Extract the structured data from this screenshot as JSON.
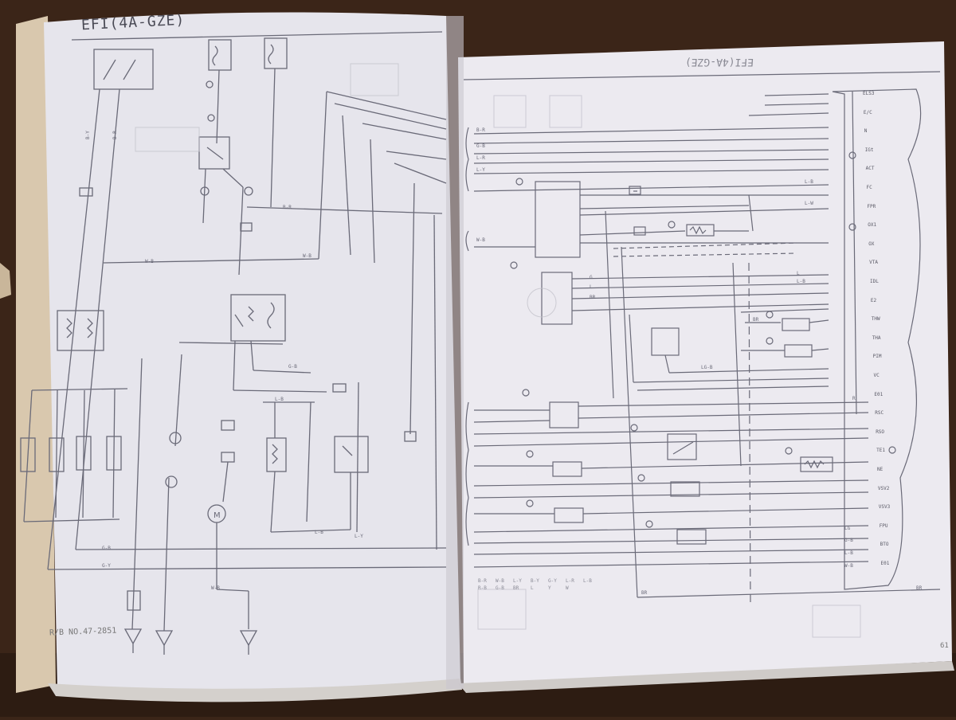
{
  "page_left": {
    "title": "EFI(4A-GZE)",
    "reference": "R/B NO.47-2851"
  },
  "page_right": {
    "title": "EFI(4A-GZE)",
    "page_number": "61"
  },
  "colors": {
    "background": "#3b2518",
    "paper": "#e9e8ee",
    "ink": "#5a5a66"
  },
  "terminals_right": [
    "ELS3",
    "E/C",
    "N",
    "IGt",
    "ACT",
    "FC",
    "FPR",
    "OX1",
    "OX",
    "VTA",
    "IDL",
    "E2",
    "THW",
    "THA",
    "PIM",
    "VC",
    "E01",
    "RSC",
    "RSO",
    "TE1",
    "NE",
    "VSV2",
    "VSV3",
    "FPU",
    "BTO",
    "E01"
  ],
  "wire_codes": [
    "B-R",
    "W-B",
    "L-Y",
    "B-Y",
    "G-Y",
    "L-R",
    "L-B",
    "R-B",
    "G-B",
    "BR",
    "L",
    "Y",
    "W"
  ]
}
